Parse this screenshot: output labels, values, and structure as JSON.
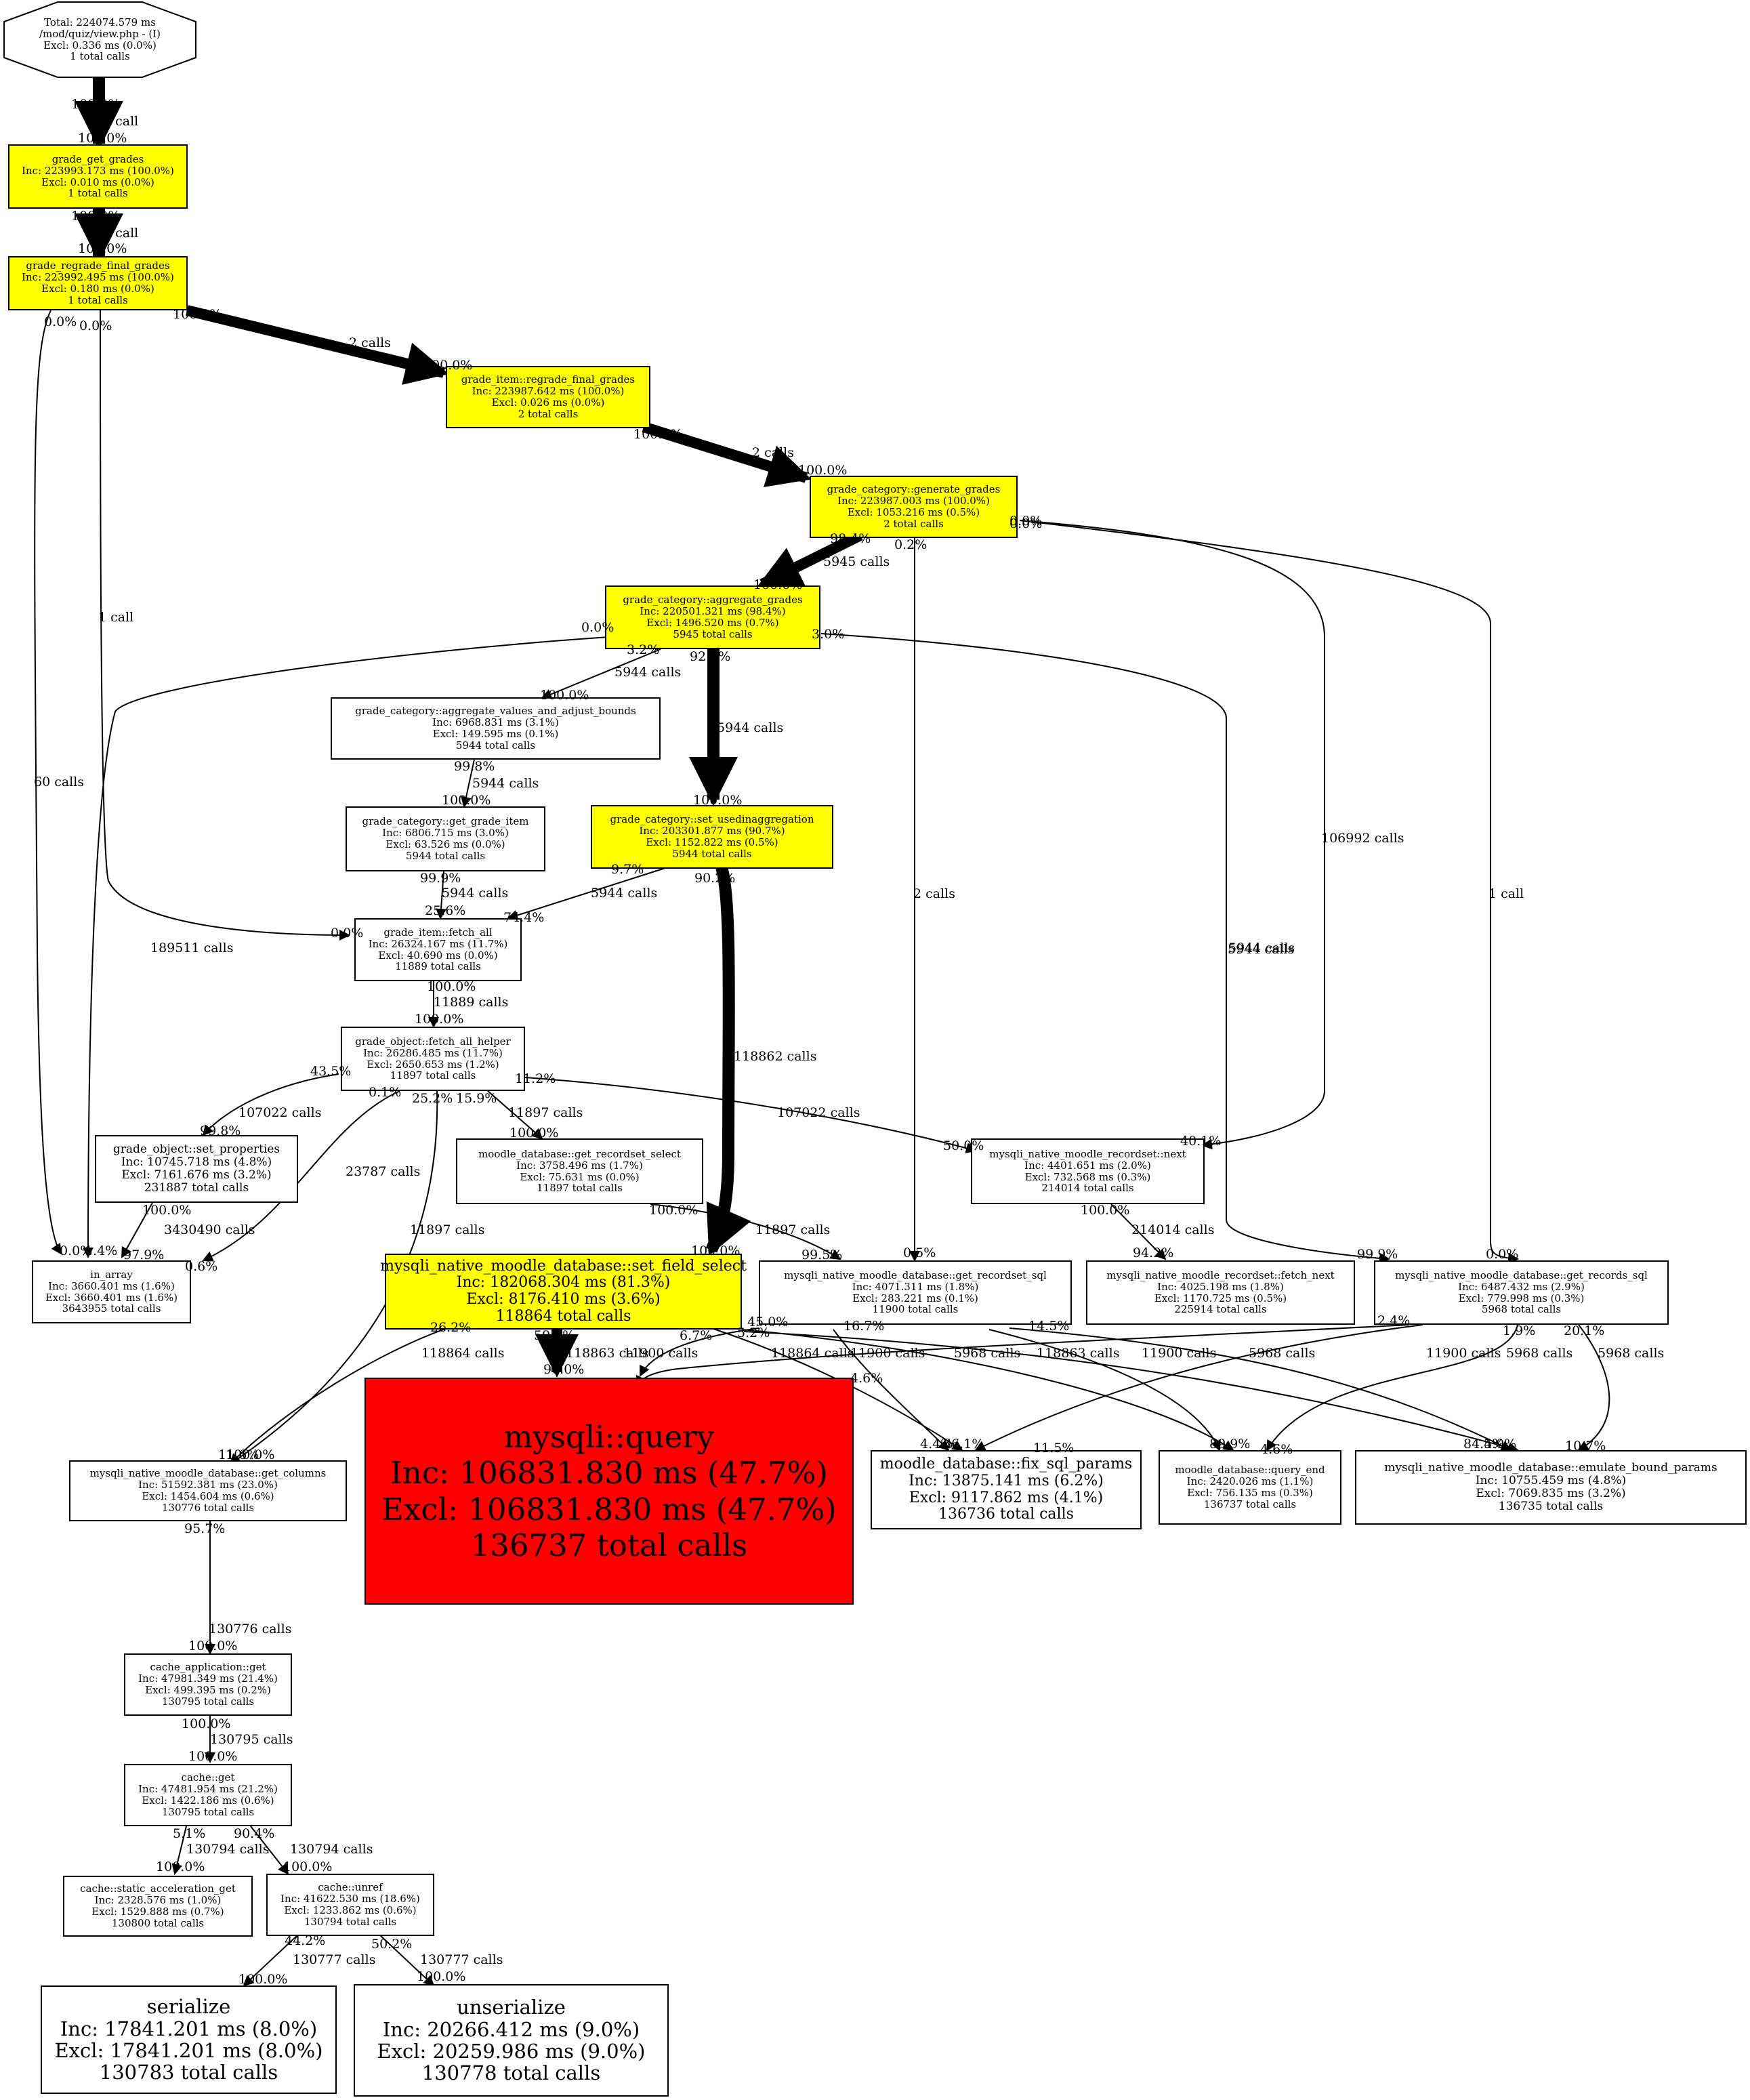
{
  "nodes": {
    "root": {
      "lines": [
        "Total: 224074.579 ms",
        "/mod/quiz/view.php  - (I)",
        "Excl: 0.336 ms (0.0%)",
        "1 total calls"
      ]
    },
    "grade_get_grades": {
      "lines": [
        "grade_get_grades",
        "Inc: 223993.173 ms (100.0%)",
        "Excl: 0.010 ms (0.0%)",
        "1 total calls"
      ]
    },
    "grade_regrade_final_grades": {
      "lines": [
        "grade_regrade_final_grades",
        "Inc: 223992.495 ms (100.0%)",
        "Excl: 0.180 ms (0.0%)",
        "1 total calls"
      ]
    },
    "grade_item_regrade_final_grades": {
      "lines": [
        "grade_item::regrade_final_grades",
        "Inc: 223987.642 ms (100.0%)",
        "Excl: 0.026 ms (0.0%)",
        "2 total calls"
      ]
    },
    "grade_category_generate_grades": {
      "lines": [
        "grade_category::generate_grades",
        "Inc: 223987.003 ms (100.0%)",
        "Excl: 1053.216 ms (0.5%)",
        "2 total calls"
      ]
    },
    "grade_category_aggregate_grades": {
      "lines": [
        "grade_category::aggregate_grades",
        "Inc: 220501.321 ms (98.4%)",
        "Excl: 1496.520 ms (0.7%)",
        "5945 total calls"
      ]
    },
    "aggregate_values_and_adjust_bounds": {
      "lines": [
        "grade_category::aggregate_values_and_adjust_bounds",
        "Inc: 6968.831 ms (3.1%)",
        "Excl: 149.595 ms (0.1%)",
        "5944 total calls"
      ]
    },
    "get_grade_item": {
      "lines": [
        "grade_category::get_grade_item",
        "Inc: 6806.715 ms (3.0%)",
        "Excl: 63.526 ms (0.0%)",
        "5944 total calls"
      ]
    },
    "set_usedinaggregation": {
      "lines": [
        "grade_category::set_usedinaggregation",
        "Inc: 203301.877 ms (90.7%)",
        "Excl: 1152.822 ms (0.5%)",
        "5944 total calls"
      ]
    },
    "grade_item_fetch_all": {
      "lines": [
        "grade_item::fetch_all",
        "Inc: 26324.167 ms (11.7%)",
        "Excl: 40.690 ms (0.0%)",
        "11889 total calls"
      ]
    },
    "fetch_all_helper": {
      "lines": [
        "grade_object::fetch_all_helper",
        "Inc: 26286.485 ms (11.7%)",
        "Excl: 2650.653 ms (1.2%)",
        "11897 total calls"
      ]
    },
    "set_properties": {
      "lines": [
        "grade_object::set_properties",
        "Inc: 10745.718 ms (4.8%)",
        "Excl: 7161.676 ms (3.2%)",
        "231887 total calls"
      ]
    },
    "get_recordset_select": {
      "lines": [
        "moodle_database::get_recordset_select",
        "Inc: 3758.496 ms (1.7%)",
        "Excl: 75.631 ms (0.0%)",
        "11897 total calls"
      ]
    },
    "recordset_next": {
      "lines": [
        "mysqli_native_moodle_recordset::next",
        "Inc: 4401.651 ms (2.0%)",
        "Excl: 732.568 ms (0.3%)",
        "214014 total calls"
      ]
    },
    "in_array": {
      "lines": [
        "in_array",
        "Inc: 3660.401 ms (1.6%)",
        "Excl: 3660.401 ms (1.6%)",
        "3643955 total calls"
      ]
    },
    "set_field_select": {
      "lines": [
        "mysqli_native_moodle_database::set_field_select",
        "Inc: 182068.304 ms (81.3%)",
        "Excl: 8176.410 ms (3.6%)",
        "118864 total calls"
      ]
    },
    "get_recordset_sql": {
      "lines": [
        "mysqli_native_moodle_database::get_recordset_sql",
        "Inc: 4071.311 ms (1.8%)",
        "Excl: 283.221 ms (0.1%)",
        "11900 total calls"
      ]
    },
    "fetch_next": {
      "lines": [
        "mysqli_native_moodle_recordset::fetch_next",
        "Inc: 4025.198 ms (1.8%)",
        "Excl: 1170.725 ms (0.5%)",
        "225914 total calls"
      ]
    },
    "get_records_sql": {
      "lines": [
        "mysqli_native_moodle_database::get_records_sql",
        "Inc: 6487.432 ms (2.9%)",
        "Excl: 779.998 ms (0.3%)",
        "5968 total calls"
      ]
    },
    "get_columns": {
      "lines": [
        "mysqli_native_moodle_database::get_columns",
        "Inc: 51592.381 ms (23.0%)",
        "Excl: 1454.604 ms (0.6%)",
        "130776 total calls"
      ]
    },
    "mysqli_query": {
      "lines": [
        "mysqli::query",
        "Inc: 106831.830 ms (47.7%)",
        "Excl: 106831.830 ms (47.7%)",
        "136737 total calls"
      ]
    },
    "fix_sql_params": {
      "lines": [
        "moodle_database::fix_sql_params",
        "Inc: 13875.141 ms (6.2%)",
        "Excl: 9117.862 ms (4.1%)",
        "136736 total calls"
      ]
    },
    "query_end": {
      "lines": [
        "moodle_database::query_end",
        "Inc: 2420.026 ms (1.1%)",
        "Excl: 756.135 ms (0.3%)",
        "136737 total calls"
      ]
    },
    "emulate_bound_params": {
      "lines": [
        "mysqli_native_moodle_database::emulate_bound_params",
        "Inc: 10755.459 ms (4.8%)",
        "Excl: 7069.835 ms (3.2%)",
        "136735 total calls"
      ]
    },
    "cache_application_get": {
      "lines": [
        "cache_application::get",
        "Inc: 47981.349 ms (21.4%)",
        "Excl: 499.395 ms (0.2%)",
        "130795 total calls"
      ]
    },
    "cache_get": {
      "lines": [
        "cache::get",
        "Inc: 47481.954 ms (21.2%)",
        "Excl: 1422.186 ms (0.6%)",
        "130795 total calls"
      ]
    },
    "static_acceleration_get": {
      "lines": [
        "cache::static_acceleration_get",
        "Inc: 2328.576 ms (1.0%)",
        "Excl: 1529.888 ms (0.7%)",
        "130800 total calls"
      ]
    },
    "cache_unref": {
      "lines": [
        "cache::unref",
        "Inc: 41622.530 ms (18.6%)",
        "Excl: 1233.862 ms (0.6%)",
        "130794 total calls"
      ]
    },
    "serialize": {
      "lines": [
        "serialize",
        "Inc: 17841.201 ms (8.0%)",
        "Excl: 17841.201 ms (8.0%)",
        "130783 total calls"
      ]
    },
    "unserialize": {
      "lines": [
        "unserialize",
        "Inc: 20266.412 ms (9.0%)",
        "Excl: 20259.986 ms (9.0%)",
        "130778 total calls"
      ]
    }
  },
  "edge_labels": [
    "100.0%",
    "1 call",
    "100.0%",
    "100.0%",
    "1 call",
    "100.0%",
    "100.0%",
    "2 calls",
    "100.0%",
    "100.0%",
    "2 calls",
    "100.0%",
    "0.0%",
    "0.0%",
    "1 call",
    "60 calls",
    "98.4%",
    "5945 calls",
    "100.0%",
    "0.2%",
    "0.0%",
    "0.0%",
    "3.2%",
    "5944 calls",
    "100.0%",
    "92.5%",
    "5944 calls",
    "100.0%",
    "0.0%",
    "189511 calls",
    "3.0%",
    "5944 calls",
    "99.8%",
    "5944 calls",
    "100.0%",
    "99.9%",
    "5944 calls",
    "25.6%",
    "9.7%",
    "5944 calls",
    "74.4%",
    "0.0%",
    "90.2%",
    "118862 calls",
    "100.0%",
    "100.0%",
    "11889 calls",
    "100.0%",
    "2 calls",
    "106992 calls",
    "1 call",
    "5944 calls",
    "43.5%",
    "107022 calls",
    "99.8%",
    "0.1%",
    "23787 calls",
    "25.2%",
    "11897 calls",
    "15.9%",
    "11897 calls",
    "100.0%",
    "11.2%",
    "107022 calls",
    "50.0%",
    "40.1%",
    "100.0%",
    "3430490 calls",
    "97.9%",
    "0.0%",
    "1.4%",
    "0.6%",
    "100.0%",
    "11897 calls",
    "99.5%",
    "100.0%",
    "214014 calls",
    "94.2%",
    "0.5%",
    "99.9%",
    "0.0%",
    "26.2%",
    "118864 calls",
    "100.0%",
    "59.6%",
    "118863 calls",
    "96.0%",
    "6.7%",
    "11900 calls",
    "4.6%",
    "45.0%",
    "5.2%",
    "118864 calls",
    "118863 calls",
    "16.7%",
    "11900 calls",
    "14.5%",
    "11900 calls",
    "11900 calls",
    "2.4%",
    "5968 calls",
    "5968 calls",
    "5968 calls",
    "5968 calls",
    "1.9%",
    "20.1%",
    "4.4%",
    "86.1%",
    "11.5%",
    "89.9%",
    "4.6%",
    "84.4%",
    "10.7%",
    "5.0%",
    "11.6%",
    "95.7%",
    "130776 calls",
    "100.0%",
    "100.0%",
    "130795 calls",
    "100.0%",
    "5.1%",
    "130794 calls",
    "100.0%",
    "90.4%",
    "130794 calls",
    "100.0%",
    "44.2%",
    "130777 calls",
    "100.0%",
    "50.2%",
    "130777 calls",
    "100.0%"
  ]
}
